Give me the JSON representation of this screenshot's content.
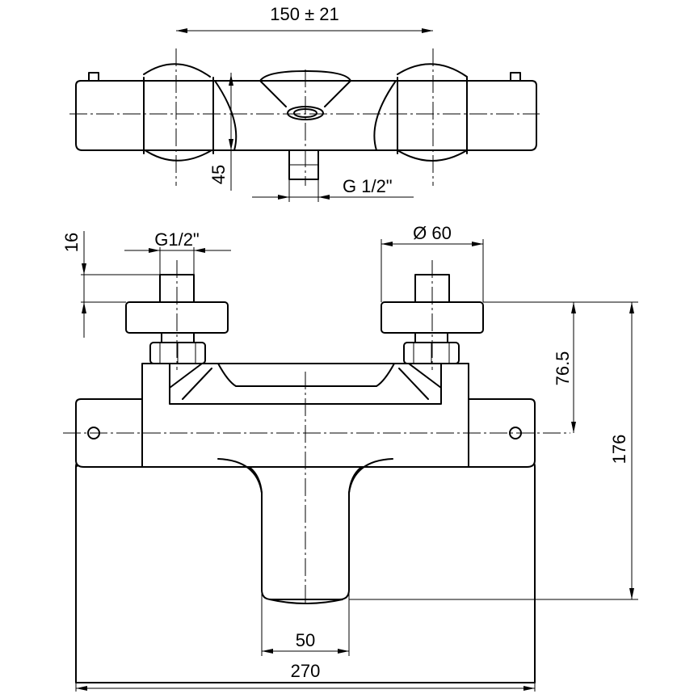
{
  "drawing": {
    "dimensions": {
      "center_distance": "150 ±  21",
      "outlet_height": "45",
      "outlet_thread": "G 1/2\"",
      "inlet_thread": "G1/2\"",
      "inlet_length": "16",
      "cover_diameter": "Ø 60",
      "inlet_to_axis": "76.5",
      "total_height": "176",
      "spout_width": "50",
      "total_width": "270"
    }
  }
}
